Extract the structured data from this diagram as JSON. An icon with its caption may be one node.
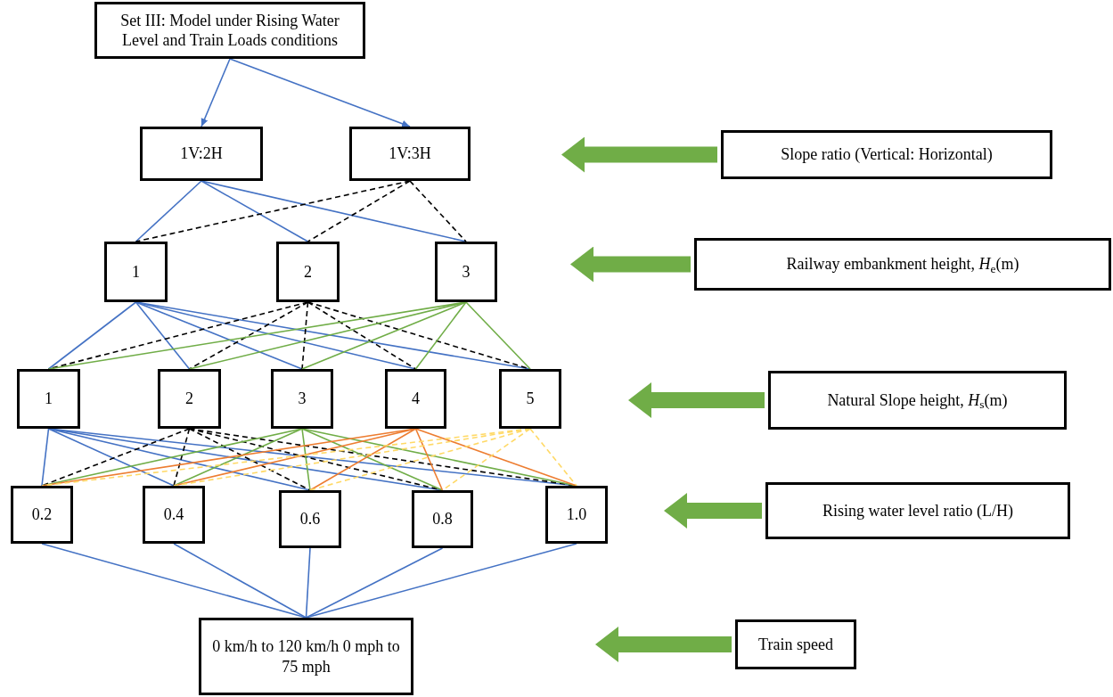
{
  "diagram": {
    "nodes": [
      {
        "text": [
          "Set III: Model under Rising Water Level and Train Loads conditions"
        ]
      },
      {
        "text": [
          "1V:2H"
        ]
      },
      {
        "text": [
          "1V:3H"
        ]
      },
      {
        "text": [
          "1"
        ]
      },
      {
        "text": [
          "2"
        ]
      },
      {
        "text": [
          "3"
        ]
      },
      {
        "text": [
          "1"
        ]
      },
      {
        "text": [
          "2"
        ]
      },
      {
        "text": [
          "3"
        ]
      },
      {
        "text": [
          "4"
        ]
      },
      {
        "text": [
          "5"
        ]
      },
      {
        "text": [
          "0.2"
        ]
      },
      {
        "text": [
          "0.4"
        ]
      },
      {
        "text": [
          "0.6"
        ]
      },
      {
        "text": [
          "0.8"
        ]
      },
      {
        "text": [
          "1.0"
        ]
      },
      {
        "text": [
          "0 km/h to 120 km/h 0 mph to 75 mph"
        ]
      },
      {
        "text": [
          "Slope ratio (Vertical: Horizontal)"
        ]
      },
      {
        "text": [
          "Railway embankment height, *H*$_{e}$(m)"
        ]
      },
      {
        "text": [
          "Natural Slope height, *H*$_{s}$(m)"
        ]
      },
      {
        "text": [
          "Rising water level ratio (L/H)"
        ]
      },
      {
        "text": [
          "Train speed"
        ]
      }
    ],
    "edges": [
      {
        "from": 0,
        "to": 1,
        "arrow": "to"
      },
      {
        "from": 0,
        "to": 2,
        "arrow": "to"
      },
      {
        "from": 1,
        "to": 3,
        "arrow": "none"
      },
      {
        "from": 1,
        "to": 4,
        "arrow": "none"
      },
      {
        "from": 1,
        "to": 5,
        "arrow": "none"
      },
      {
        "from": 2,
        "to": 3,
        "arrow": "none",
        "style": "dashed",
        "color": "#000000"
      },
      {
        "from": 2,
        "to": 4,
        "arrow": "none",
        "style": "dashed",
        "color": "#000000"
      },
      {
        "from": 2,
        "to": 5,
        "arrow": "none",
        "style": "dashed",
        "color": "#000000"
      },
      {
        "from": 3,
        "to": 6,
        "arrow": "none"
      },
      {
        "from": 3,
        "to": 7,
        "arrow": "none"
      },
      {
        "from": 3,
        "to": 8,
        "arrow": "none"
      },
      {
        "from": 3,
        "to": 9,
        "arrow": "none"
      },
      {
        "from": 3,
        "to": 10,
        "arrow": "none"
      },
      {
        "from": 4,
        "to": 6,
        "arrow": "none",
        "style": "dashed",
        "color": "#000000"
      },
      {
        "from": 4,
        "to": 7,
        "arrow": "none",
        "style": "dashed",
        "color": "#000000"
      },
      {
        "from": 4,
        "to": 8,
        "arrow": "none",
        "style": "dashed",
        "color": "#000000"
      },
      {
        "from": 4,
        "to": 9,
        "arrow": "none",
        "style": "dashed",
        "color": "#000000"
      },
      {
        "from": 4,
        "to": 10,
        "arrow": "none",
        "style": "dashed",
        "color": "#000000"
      },
      {
        "from": 5,
        "to": 6,
        "arrow": "none",
        "color": "#70ad47"
      },
      {
        "from": 5,
        "to": 7,
        "arrow": "none",
        "color": "#70ad47"
      },
      {
        "from": 5,
        "to": 8,
        "arrow": "none",
        "color": "#70ad47"
      },
      {
        "from": 5,
        "to": 9,
        "arrow": "none",
        "color": "#70ad47"
      },
      {
        "from": 5,
        "to": 10,
        "arrow": "none",
        "color": "#70ad47"
      },
      {
        "from": 6,
        "to": 11,
        "arrow": "none"
      },
      {
        "from": 6,
        "to": 12,
        "arrow": "none"
      },
      {
        "from": 6,
        "to": 13,
        "arrow": "none"
      },
      {
        "from": 6,
        "to": 14,
        "arrow": "none"
      },
      {
        "from": 6,
        "to": 15,
        "arrow": "none"
      },
      {
        "from": 7,
        "to": 11,
        "arrow": "none",
        "style": "dashed",
        "color": "#000000"
      },
      {
        "from": 7,
        "to": 12,
        "arrow": "none",
        "style": "dashed",
        "color": "#000000"
      },
      {
        "from": 7,
        "to": 13,
        "arrow": "none",
        "style": "dashed",
        "color": "#000000"
      },
      {
        "from": 7,
        "to": 14,
        "arrow": "none",
        "style": "dashed",
        "color": "#000000"
      },
      {
        "from": 7,
        "to": 15,
        "arrow": "none",
        "style": "dashed",
        "color": "#000000"
      },
      {
        "from": 8,
        "to": 11,
        "arrow": "none",
        "color": "#70ad47"
      },
      {
        "from": 8,
        "to": 12,
        "arrow": "none",
        "color": "#70ad47"
      },
      {
        "from": 8,
        "to": 13,
        "arrow": "none",
        "color": "#70ad47"
      },
      {
        "from": 8,
        "to": 14,
        "arrow": "none",
        "color": "#70ad47"
      },
      {
        "from": 8,
        "to": 15,
        "arrow": "none",
        "color": "#70ad47"
      },
      {
        "from": 9,
        "to": 11,
        "arrow": "none",
        "color": "#ed7d31"
      },
      {
        "from": 9,
        "to": 12,
        "arrow": "none",
        "color": "#ed7d31"
      },
      {
        "from": 9,
        "to": 13,
        "arrow": "none",
        "color": "#ed7d31"
      },
      {
        "from": 9,
        "to": 14,
        "arrow": "none",
        "color": "#ed7d31"
      },
      {
        "from": 9,
        "to": 15,
        "arrow": "none",
        "color": "#ed7d31"
      },
      {
        "from": 10,
        "to": 11,
        "arrow": "none",
        "style": "dashed",
        "color": "#ffd966"
      },
      {
        "from": 10,
        "to": 12,
        "arrow": "none",
        "style": "dashed",
        "color": "#ffd966"
      },
      {
        "from": 10,
        "to": 13,
        "arrow": "none",
        "style": "dashed",
        "color": "#ffd966"
      },
      {
        "from": 10,
        "to": 14,
        "arrow": "none",
        "style": "dashed",
        "color": "#ffd966"
      },
      {
        "from": 10,
        "to": 15,
        "arrow": "none",
        "style": "dashed",
        "color": "#ffd966"
      },
      {
        "from": 11,
        "to": 16,
        "arrow": "none"
      },
      {
        "from": 12,
        "to": 16,
        "arrow": "none"
      },
      {
        "from": 13,
        "to": 16,
        "arrow": "none"
      },
      {
        "from": 14,
        "to": 16,
        "arrow": "none"
      },
      {
        "from": 15,
        "to": 16,
        "arrow": "none"
      },
      {
        "from": 17,
        "to": null,
        "arrow": "to",
        "style": "thick",
        "color": "#70ad47"
      },
      {
        "from": 18,
        "to": null,
        "arrow": "to",
        "style": "thick",
        "color": "#70ad47"
      },
      {
        "from": 19,
        "to": null,
        "arrow": "to",
        "style": "thick",
        "color": "#70ad47"
      },
      {
        "from": 20,
        "to": null,
        "arrow": "to",
        "style": "thick",
        "color": "#70ad47"
      },
      {
        "from": 21,
        "to": null,
        "arrow": "to",
        "style": "thick",
        "color": "#70ad47"
      }
    ]
  }
}
